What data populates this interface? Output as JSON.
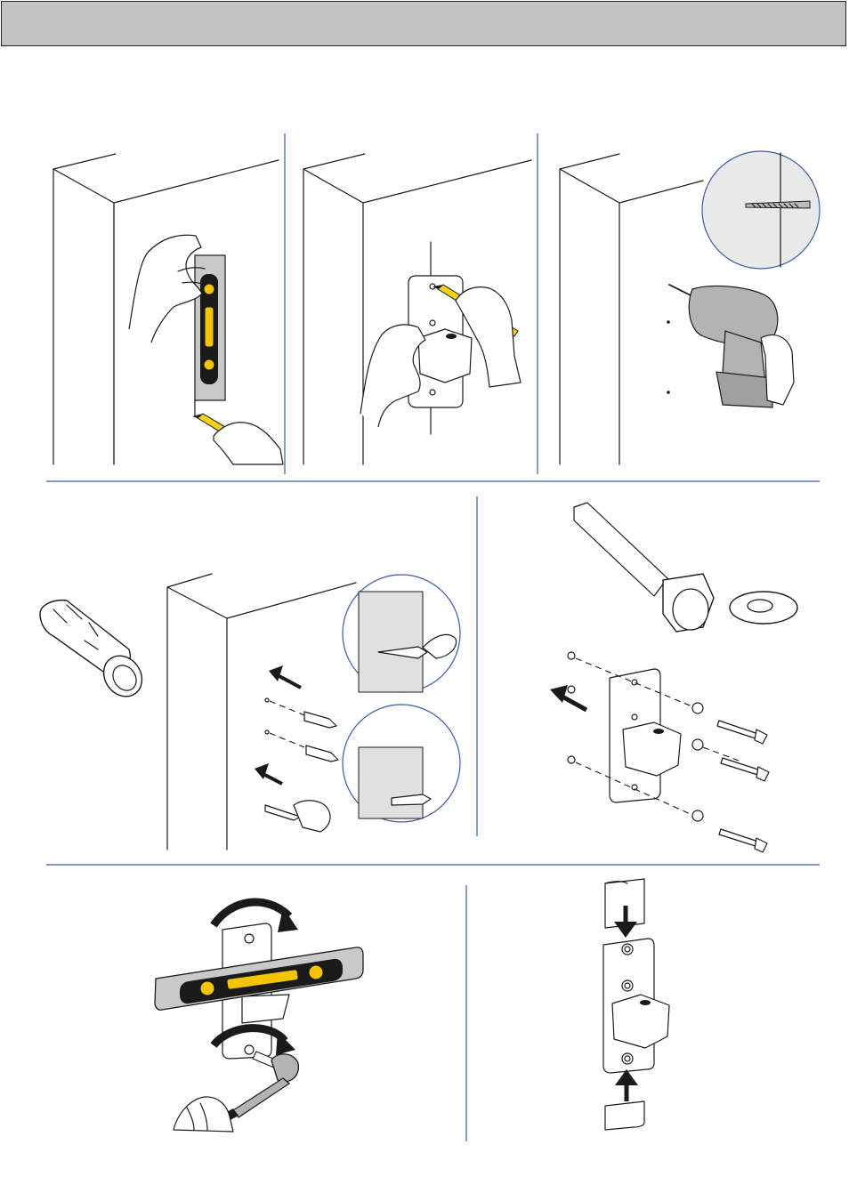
{
  "header": {
    "title": "",
    "background_color": "#c2c2c2",
    "border_color": "#222222"
  },
  "colors": {
    "divider_blue": "#3a5aa8",
    "pencil_yellow": "#f2d21a",
    "level_vial_yellow": "#f5c400",
    "line_black": "#1a1a1a",
    "drill_gray": "#b3b3b3"
  },
  "steps": [
    {
      "name": "mark-with-level",
      "icons": [
        "hand-icon",
        "spirit-level-icon",
        "pencil-icon"
      ]
    },
    {
      "name": "mark-hole-positions",
      "icons": [
        "hand-icon",
        "bracket-plate-icon",
        "pencil-icon"
      ]
    },
    {
      "name": "drill-holes",
      "icons": [
        "drill-icon",
        "drill-bit-detail-icon"
      ]
    },
    {
      "name": "insert-wall-plugs",
      "icons": [
        "wall-plug-icon",
        "arrow-icon",
        "hammer-detail-icon"
      ]
    },
    {
      "name": "fasten-bracket",
      "icons": [
        "bolt-icon",
        "washer-icon",
        "screw-icon",
        "arrow-icon"
      ]
    },
    {
      "name": "level-and-tighten",
      "icons": [
        "spirit-level-icon",
        "rotate-arrow-icon",
        "socket-wrench-icon"
      ]
    },
    {
      "name": "attach-cover-caps",
      "icons": [
        "cap-icon",
        "down-arrow-icon",
        "up-arrow-icon"
      ]
    }
  ]
}
